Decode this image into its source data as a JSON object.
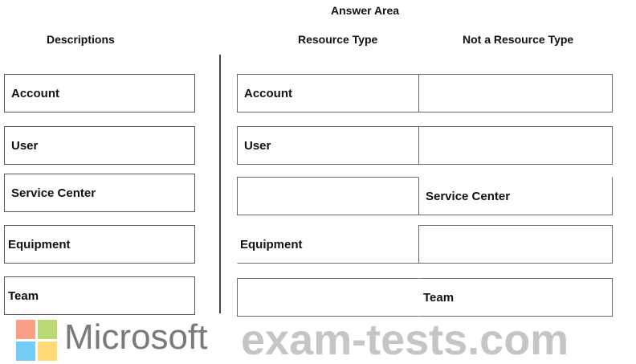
{
  "answer_area_title": "Answer Area",
  "columns": {
    "descriptions": "Descriptions",
    "resource_type": "Resource Type",
    "not_resource_type": "Not a Resource Type"
  },
  "descriptions": [
    "Account",
    "User",
    "Service Center",
    "Equipment",
    "Team"
  ],
  "rows": [
    {
      "resource_type": "Account",
      "not_resource_type": ""
    },
    {
      "resource_type": "User",
      "not_resource_type": ""
    },
    {
      "resource_type": "",
      "not_resource_type": "Service Center"
    },
    {
      "resource_type": "Equipment",
      "not_resource_type": ""
    },
    {
      "resource_type": "",
      "not_resource_type": "Team"
    }
  ],
  "watermark": "exam-tests.com",
  "logo_text": "Microsoft",
  "colors": {
    "red": "#f25022",
    "green": "#7fba00",
    "blue": "#00a4ef",
    "yellow": "#ffb900"
  }
}
